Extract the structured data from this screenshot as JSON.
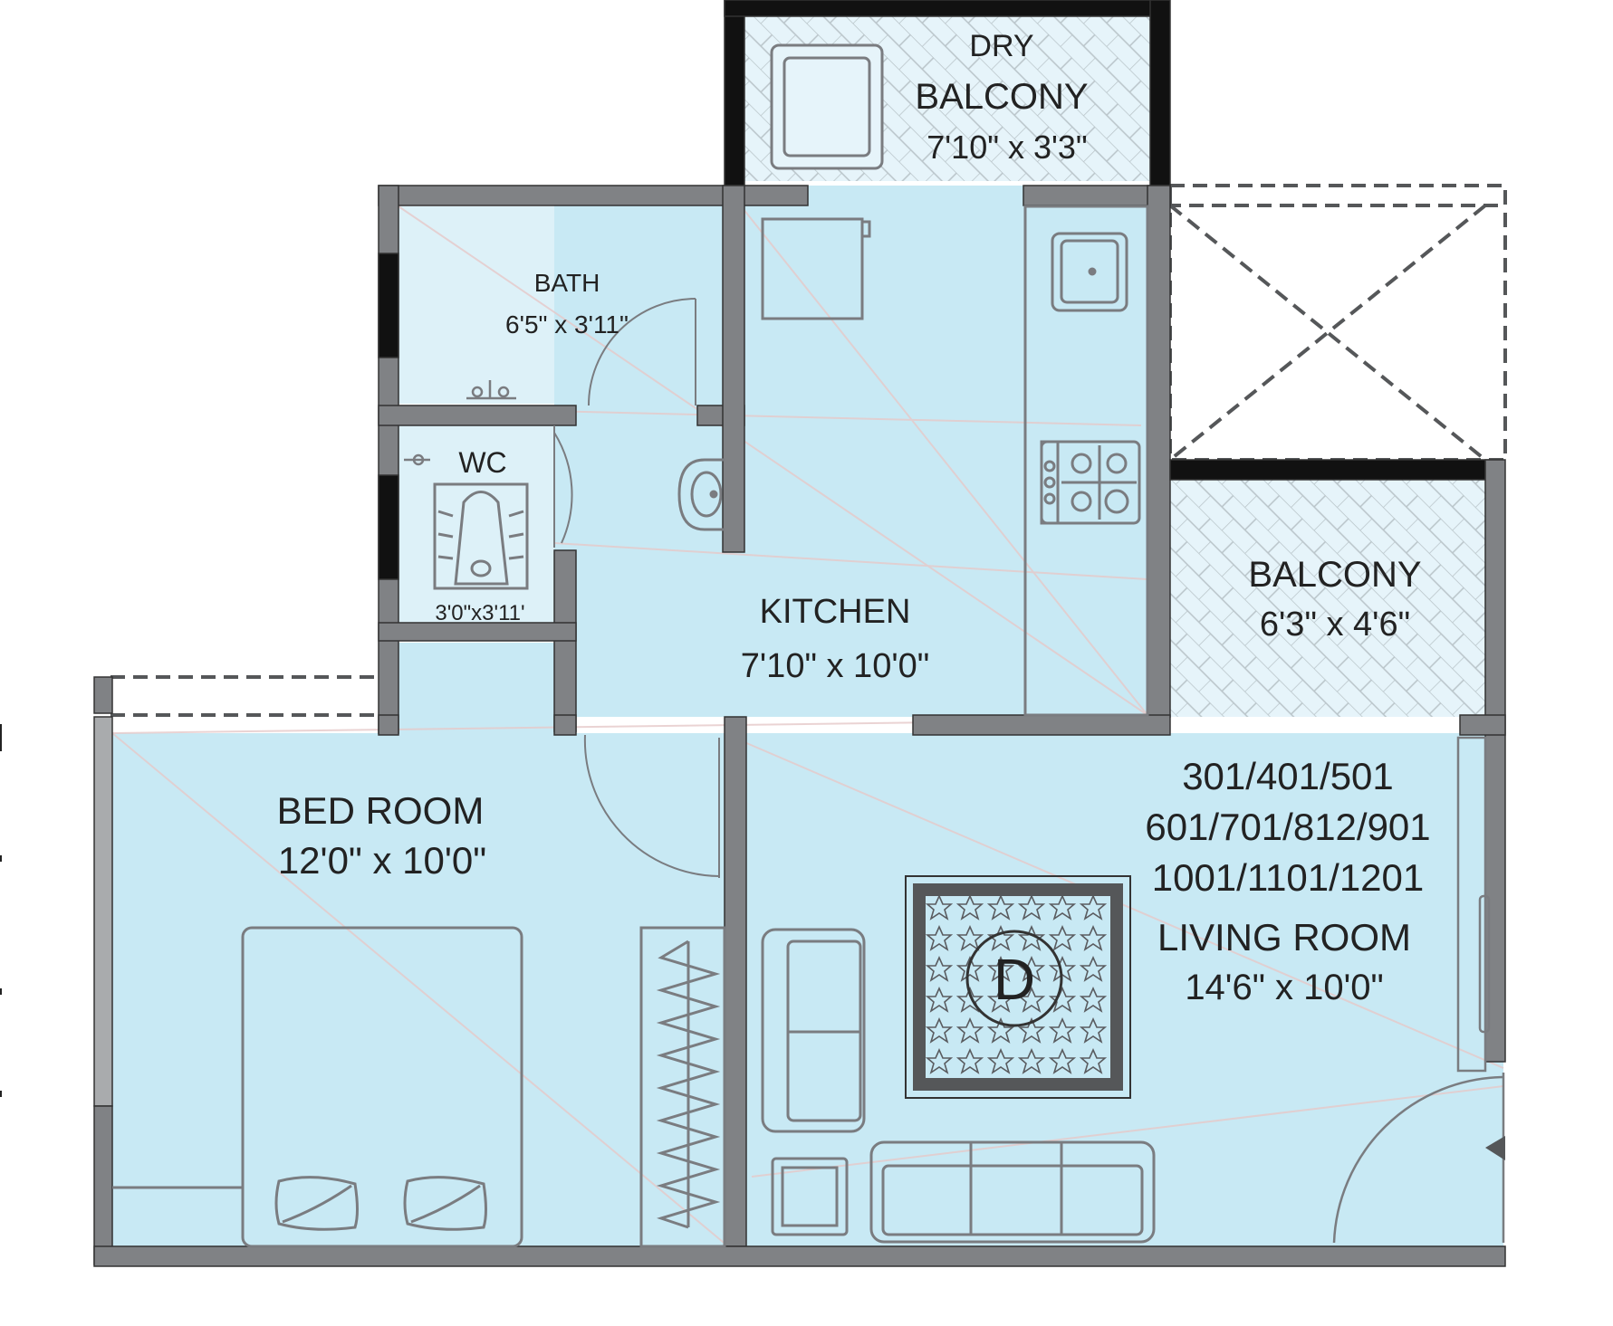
{
  "rooms": {
    "dry_balcony": {
      "name_line1": "DRY",
      "name_line2": "BALCONY",
      "size": "7'10\" x 3'3\""
    },
    "bath": {
      "name": "BATH",
      "size": "6'5\" x 3'11\""
    },
    "wc": {
      "name": "WC",
      "size": "3'0\"x3'11'"
    },
    "kitchen": {
      "name": "KITCHEN",
      "size": "7'10\" x 10'0\""
    },
    "balcony": {
      "name": "BALCONY",
      "size": "6'3\" x 4'6\""
    },
    "bedroom": {
      "name": "BED ROOM",
      "size": "12'0\" x 10'0\""
    },
    "living_room": {
      "name": "LIVING ROOM",
      "size": "14'6\" x 10'0\""
    }
  },
  "unit_numbers": {
    "line1": "301/401/501",
    "line2": "601/701/812/901",
    "line3": "1001/1101/1201"
  },
  "rug_mark": "D",
  "colors": {
    "room_fill": "#c8e9f4",
    "balcony_fill": "#e6f4fa",
    "wall": "#808285",
    "wall_dark": "#111111",
    "fixture_line": "#7a7c80"
  }
}
